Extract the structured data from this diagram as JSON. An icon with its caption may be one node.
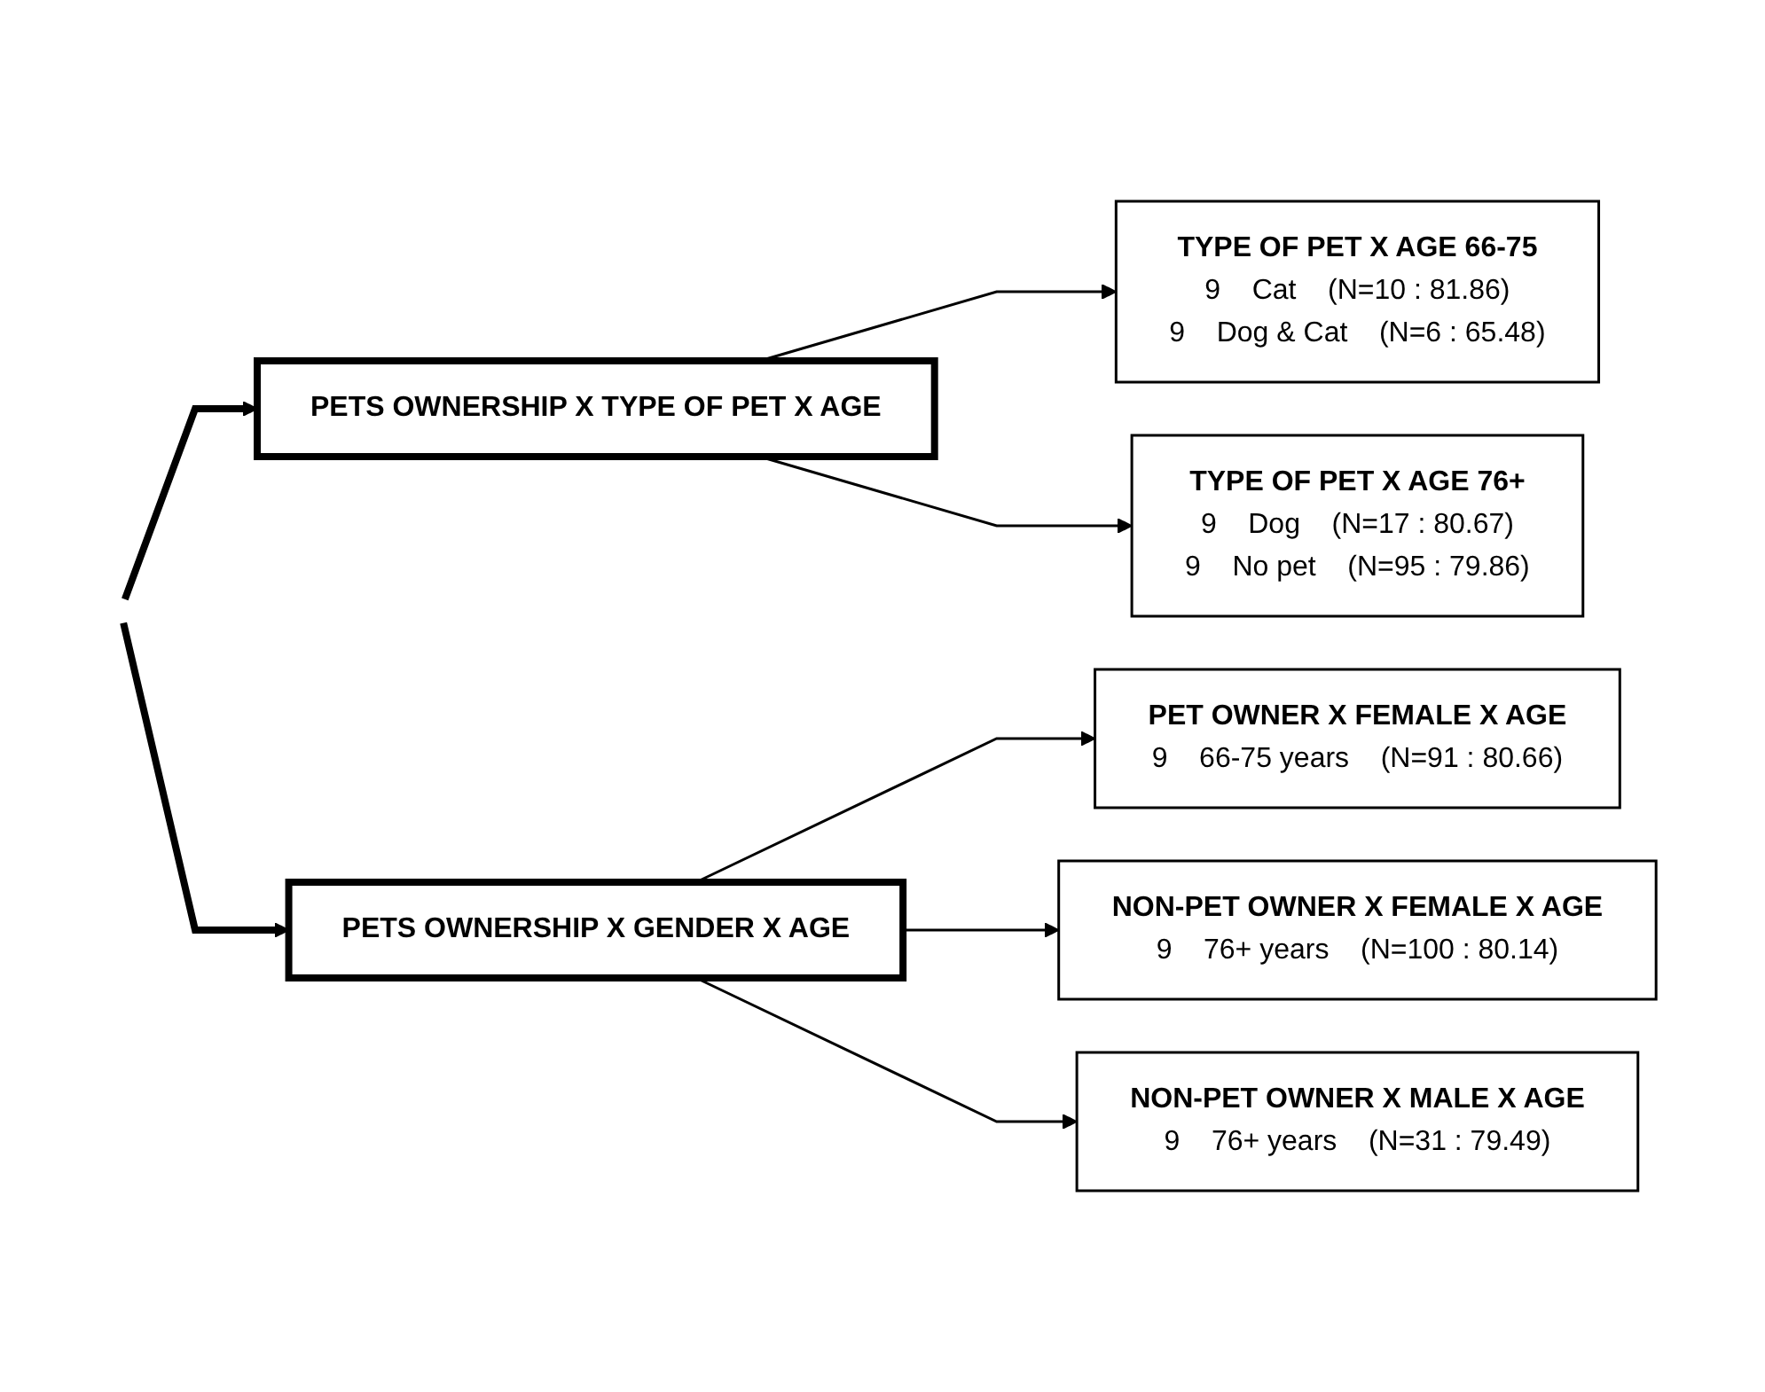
{
  "diagram": {
    "nodes": [
      {
        "text": [
          "PETS OWNERSHIP X TYPE OF PET X AGE"
        ]
      },
      {
        "text": [
          "TYPE OF PET X AGE 66-75",
          "9",
          "Cat",
          "(N=10 : 81.86)",
          "9",
          "Dog & Cat",
          "(N=6 : 65.48)"
        ]
      },
      {
        "text": [
          "TYPE OF PET X AGE 76+",
          "9",
          "Dog",
          "(N=17 : 80.67)",
          "9",
          "No pet",
          "(N=95 : 79.86)"
        ]
      },
      {
        "text": [
          "PETS OWNERSHIP X GENDER X AGE"
        ]
      },
      {
        "text": [
          "PET OWNER X FEMALE X AGE",
          "9",
          "66-75 years",
          "(N=91 : 80.66)"
        ]
      },
      {
        "text": [
          "NON-PET OWNER X FEMALE X AGE",
          "9",
          "76+ years",
          "(N=100 : 80.14)"
        ]
      },
      {
        "text": [
          "NON-PET OWNER X MALE X AGE",
          "9",
          "76+ years",
          "(N=31 : 79.49)"
        ]
      }
    ],
    "edges": [
      {
        "from": null,
        "to": 0,
        "arrow": "to",
        "style": "thick"
      },
      {
        "from": 0,
        "to": 1,
        "arrow": "to"
      },
      {
        "from": 0,
        "to": 2,
        "arrow": "to"
      },
      {
        "from": null,
        "to": 3,
        "arrow": "to",
        "style": "thick"
      },
      {
        "from": 3,
        "to": 4,
        "arrow": "to"
      },
      {
        "from": 3,
        "to": 5,
        "arrow": "to"
      },
      {
        "from": 3,
        "to": 6,
        "arrow": "to"
      }
    ]
  }
}
